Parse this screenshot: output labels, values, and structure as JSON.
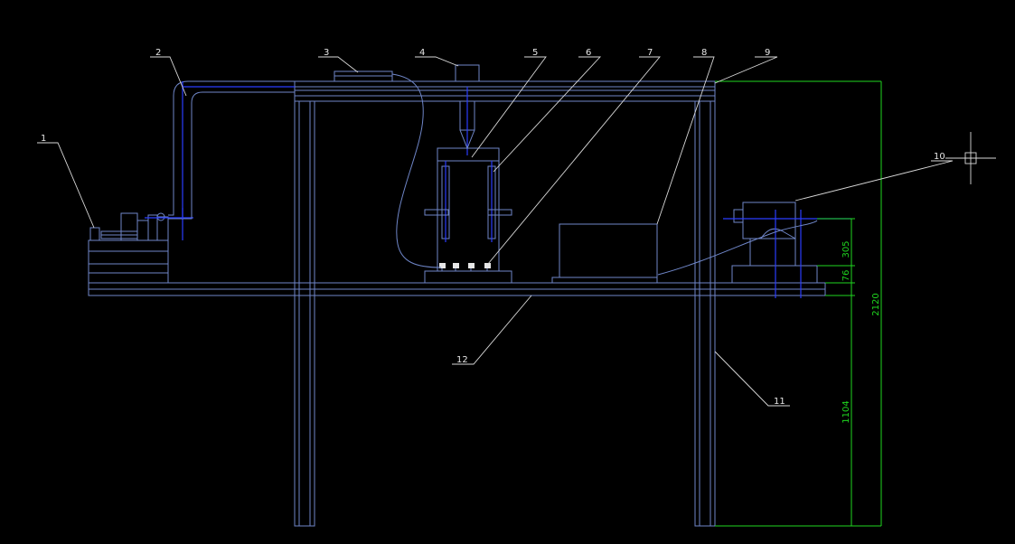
{
  "callouts": [
    {
      "id": "c1",
      "text": "1"
    },
    {
      "id": "c2",
      "text": "2"
    },
    {
      "id": "c3",
      "text": "3"
    },
    {
      "id": "c4",
      "text": "4"
    },
    {
      "id": "c5",
      "text": "5"
    },
    {
      "id": "c6",
      "text": "6"
    },
    {
      "id": "c7",
      "text": "7"
    },
    {
      "id": "c8",
      "text": "8"
    },
    {
      "id": "c9",
      "text": "9"
    },
    {
      "id": "c10",
      "text": "10"
    },
    {
      "id": "c11",
      "text": "11"
    },
    {
      "id": "c12",
      "text": "12"
    }
  ],
  "dimensions": {
    "d305": "305",
    "d76": "76",
    "d2120": "2120",
    "d1104": "1104"
  },
  "colors": {
    "structure": "#6f86c8",
    "pipe": "#2a3cff",
    "leader": "#d9d9d9",
    "dimension": "#1fd61f",
    "background": "#000000"
  }
}
